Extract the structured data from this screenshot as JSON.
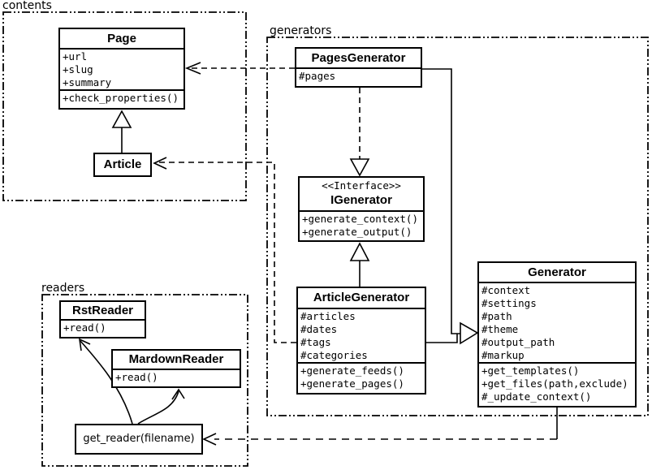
{
  "diagram": {
    "packages": {
      "contents": {
        "label": "contents"
      },
      "generators": {
        "label": "generators"
      },
      "readers": {
        "label": "readers"
      }
    },
    "classes": {
      "page": {
        "title": "Page",
        "attributes": [
          "+url",
          "+slug",
          "+summary"
        ],
        "methods": [
          "+check_properties()"
        ]
      },
      "article": {
        "title": "Article"
      },
      "pages_generator": {
        "title": "PagesGenerator",
        "attributes": [
          "#pages"
        ]
      },
      "igenerator": {
        "stereotype": "<<Interface>>",
        "title": "IGenerator",
        "methods": [
          "+generate_context()",
          "+generate_output()"
        ]
      },
      "article_generator": {
        "title": "ArticleGenerator",
        "attributes": [
          "#articles",
          "#dates",
          "#tags",
          "#categories"
        ],
        "methods": [
          "+generate_feeds()",
          "+generate_pages()"
        ]
      },
      "generator": {
        "title": "Generator",
        "attributes": [
          "#context",
          "#settings",
          "#path",
          "#theme",
          "#output_path",
          "#markup"
        ],
        "methods": [
          "+get_templates()",
          "+get_files(path,exclude)",
          "#_update_context()"
        ]
      },
      "rst_reader": {
        "title": "RstReader",
        "methods": [
          "+read()"
        ]
      },
      "markdown_reader": {
        "title": "MardownReader",
        "methods": [
          "+read()"
        ]
      },
      "get_reader": {
        "label": "get_reader(filename)"
      }
    },
    "relationships": [
      {
        "from": "Article",
        "to": "Page",
        "type": "inheritance"
      },
      {
        "from": "PagesGenerator",
        "to": "Page",
        "type": "dependency"
      },
      {
        "from": "ArticleGenerator",
        "to": "Article",
        "type": "dependency"
      },
      {
        "from": "PagesGenerator",
        "to": "IGenerator",
        "type": "realization"
      },
      {
        "from": "ArticleGenerator",
        "to": "IGenerator",
        "type": "inheritance"
      },
      {
        "from": "PagesGenerator",
        "to": "Generator",
        "type": "inheritance"
      },
      {
        "from": "ArticleGenerator",
        "to": "Generator",
        "type": "inheritance"
      },
      {
        "from": "Generator",
        "to": "get_reader",
        "type": "dependency"
      },
      {
        "from": "get_reader",
        "to": "RstReader",
        "type": "call"
      },
      {
        "from": "get_reader",
        "to": "MardownReader",
        "type": "call"
      }
    ],
    "colors": {
      "line": "#000000",
      "background": "#ffffff",
      "box_fill": "#ffffff"
    }
  }
}
